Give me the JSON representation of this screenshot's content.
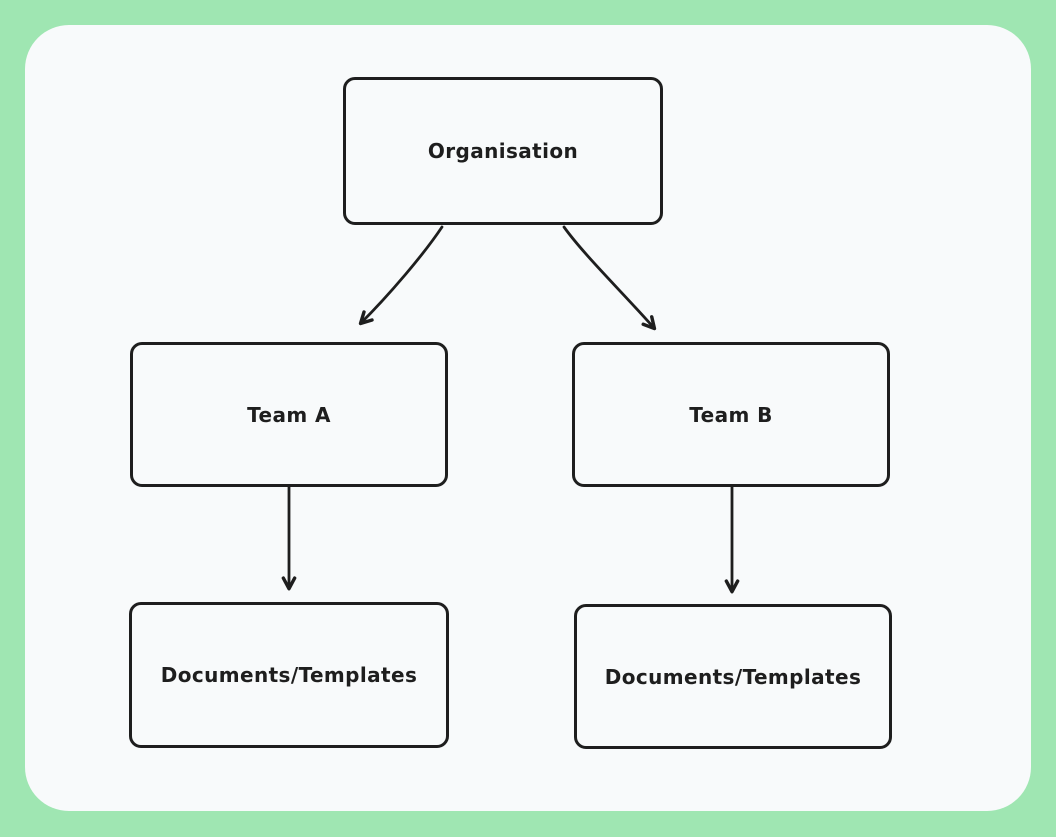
{
  "canvas": {
    "outer_background": "#9fe6b2",
    "panel_background": "#f8fafb",
    "stroke_color": "#1e1e1e"
  },
  "diagram": {
    "type": "flowchart",
    "style": "hand-drawn",
    "nodes": [
      {
        "id": "organisation",
        "label": "Organisation",
        "shape": "rectangle"
      },
      {
        "id": "team-a",
        "label": "Team A",
        "shape": "rectangle"
      },
      {
        "id": "team-b",
        "label": "Team B",
        "shape": "rectangle"
      },
      {
        "id": "documents-templates-a",
        "label": "Documents/Templates",
        "shape": "rectangle"
      },
      {
        "id": "documents-templates-b",
        "label": "Documents/Templates",
        "shape": "rectangle"
      }
    ],
    "edges": [
      {
        "from": "organisation",
        "to": "team-a",
        "style": "arrow"
      },
      {
        "from": "organisation",
        "to": "team-b",
        "style": "arrow"
      },
      {
        "from": "team-a",
        "to": "documents-templates-a",
        "style": "arrow"
      },
      {
        "from": "team-b",
        "to": "documents-templates-b",
        "style": "arrow"
      }
    ]
  }
}
